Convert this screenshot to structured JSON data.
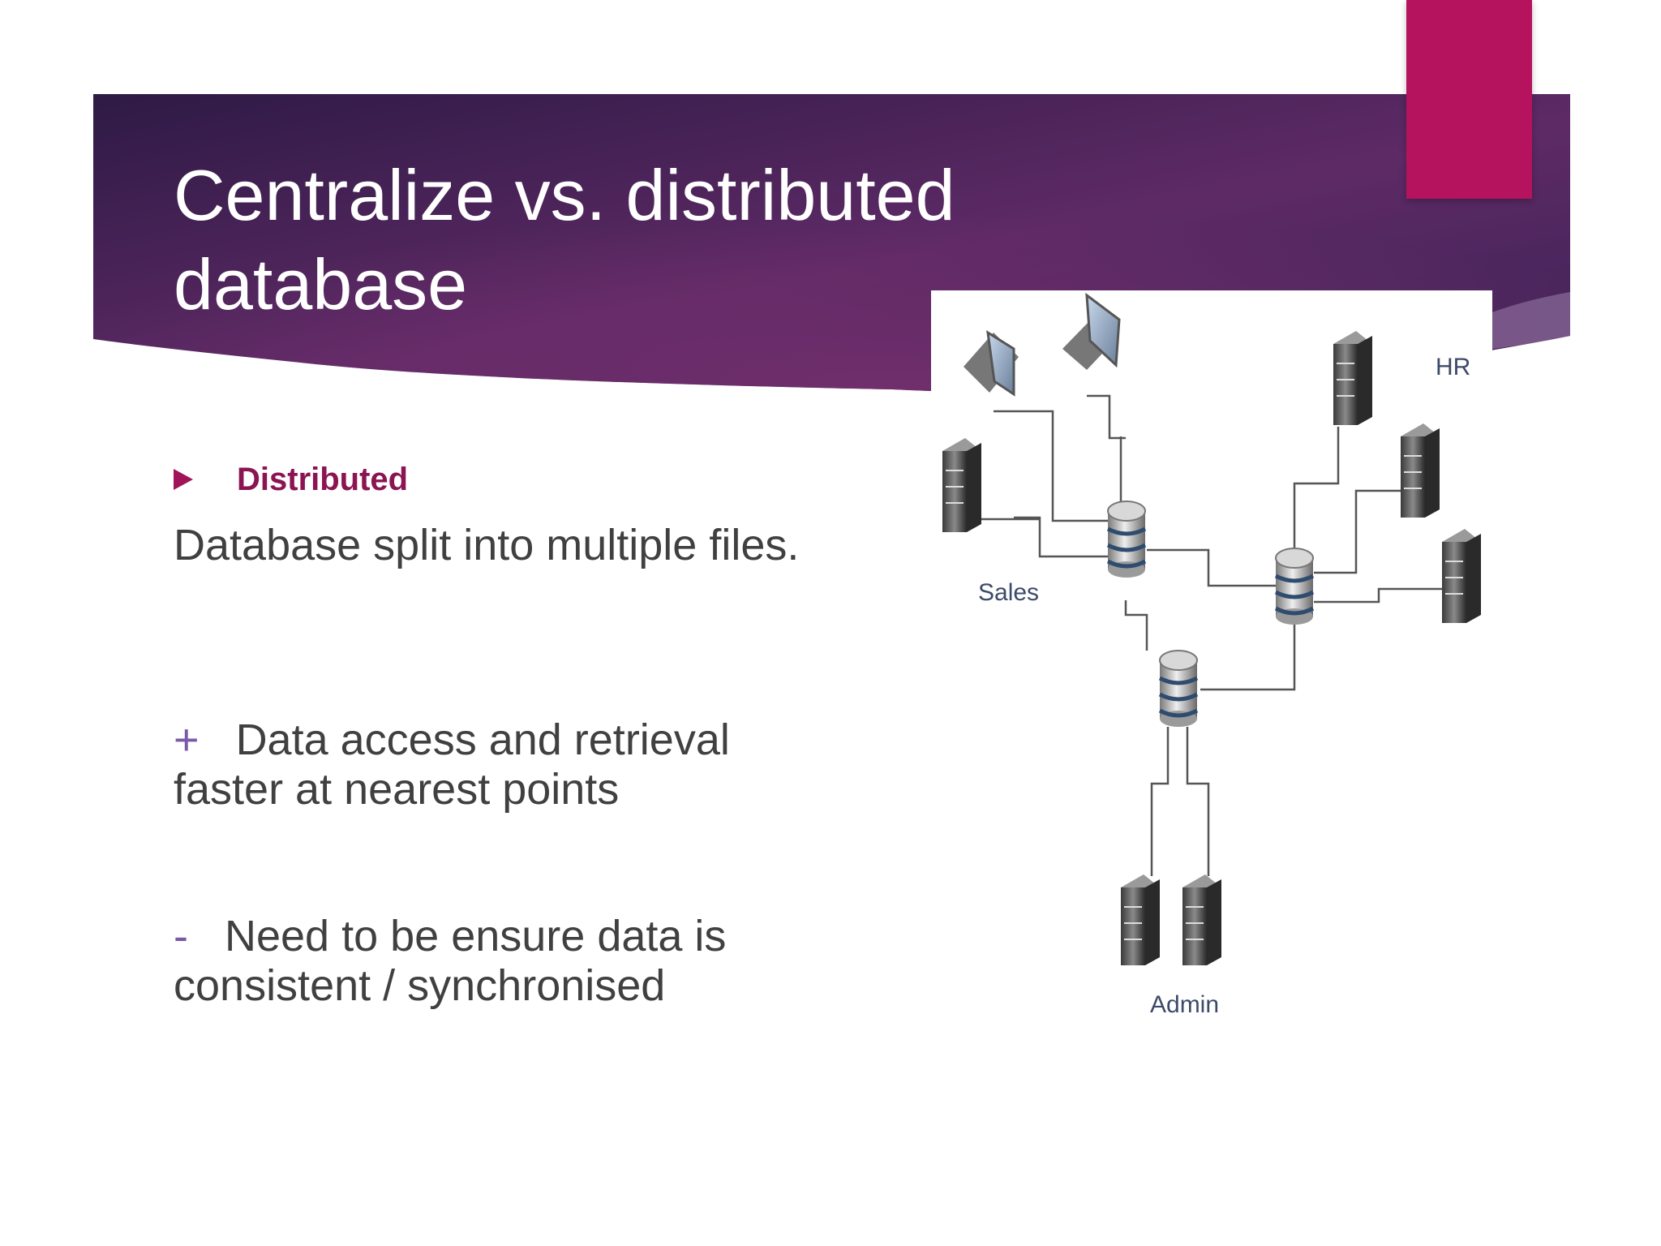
{
  "slide": {
    "title_lines": [
      "Centralize vs. distributed",
      "database"
    ],
    "bullet": "Distributed",
    "description": "Database split into multiple files.",
    "pro_mark": "+",
    "pro_text": "Data access and retrieval faster at nearest points",
    "con_mark": "-",
    "con_text": "Need to be ensure data is consistent / synchronised"
  },
  "diagram": {
    "labels": {
      "hr": "HR",
      "sales": "Sales",
      "admin": "Admin"
    }
  },
  "colors": {
    "banner": "#4a2157",
    "accent": "#b5135e",
    "bullet": "#8b1452",
    "text": "#404040",
    "mark": "#7a5aa8"
  }
}
